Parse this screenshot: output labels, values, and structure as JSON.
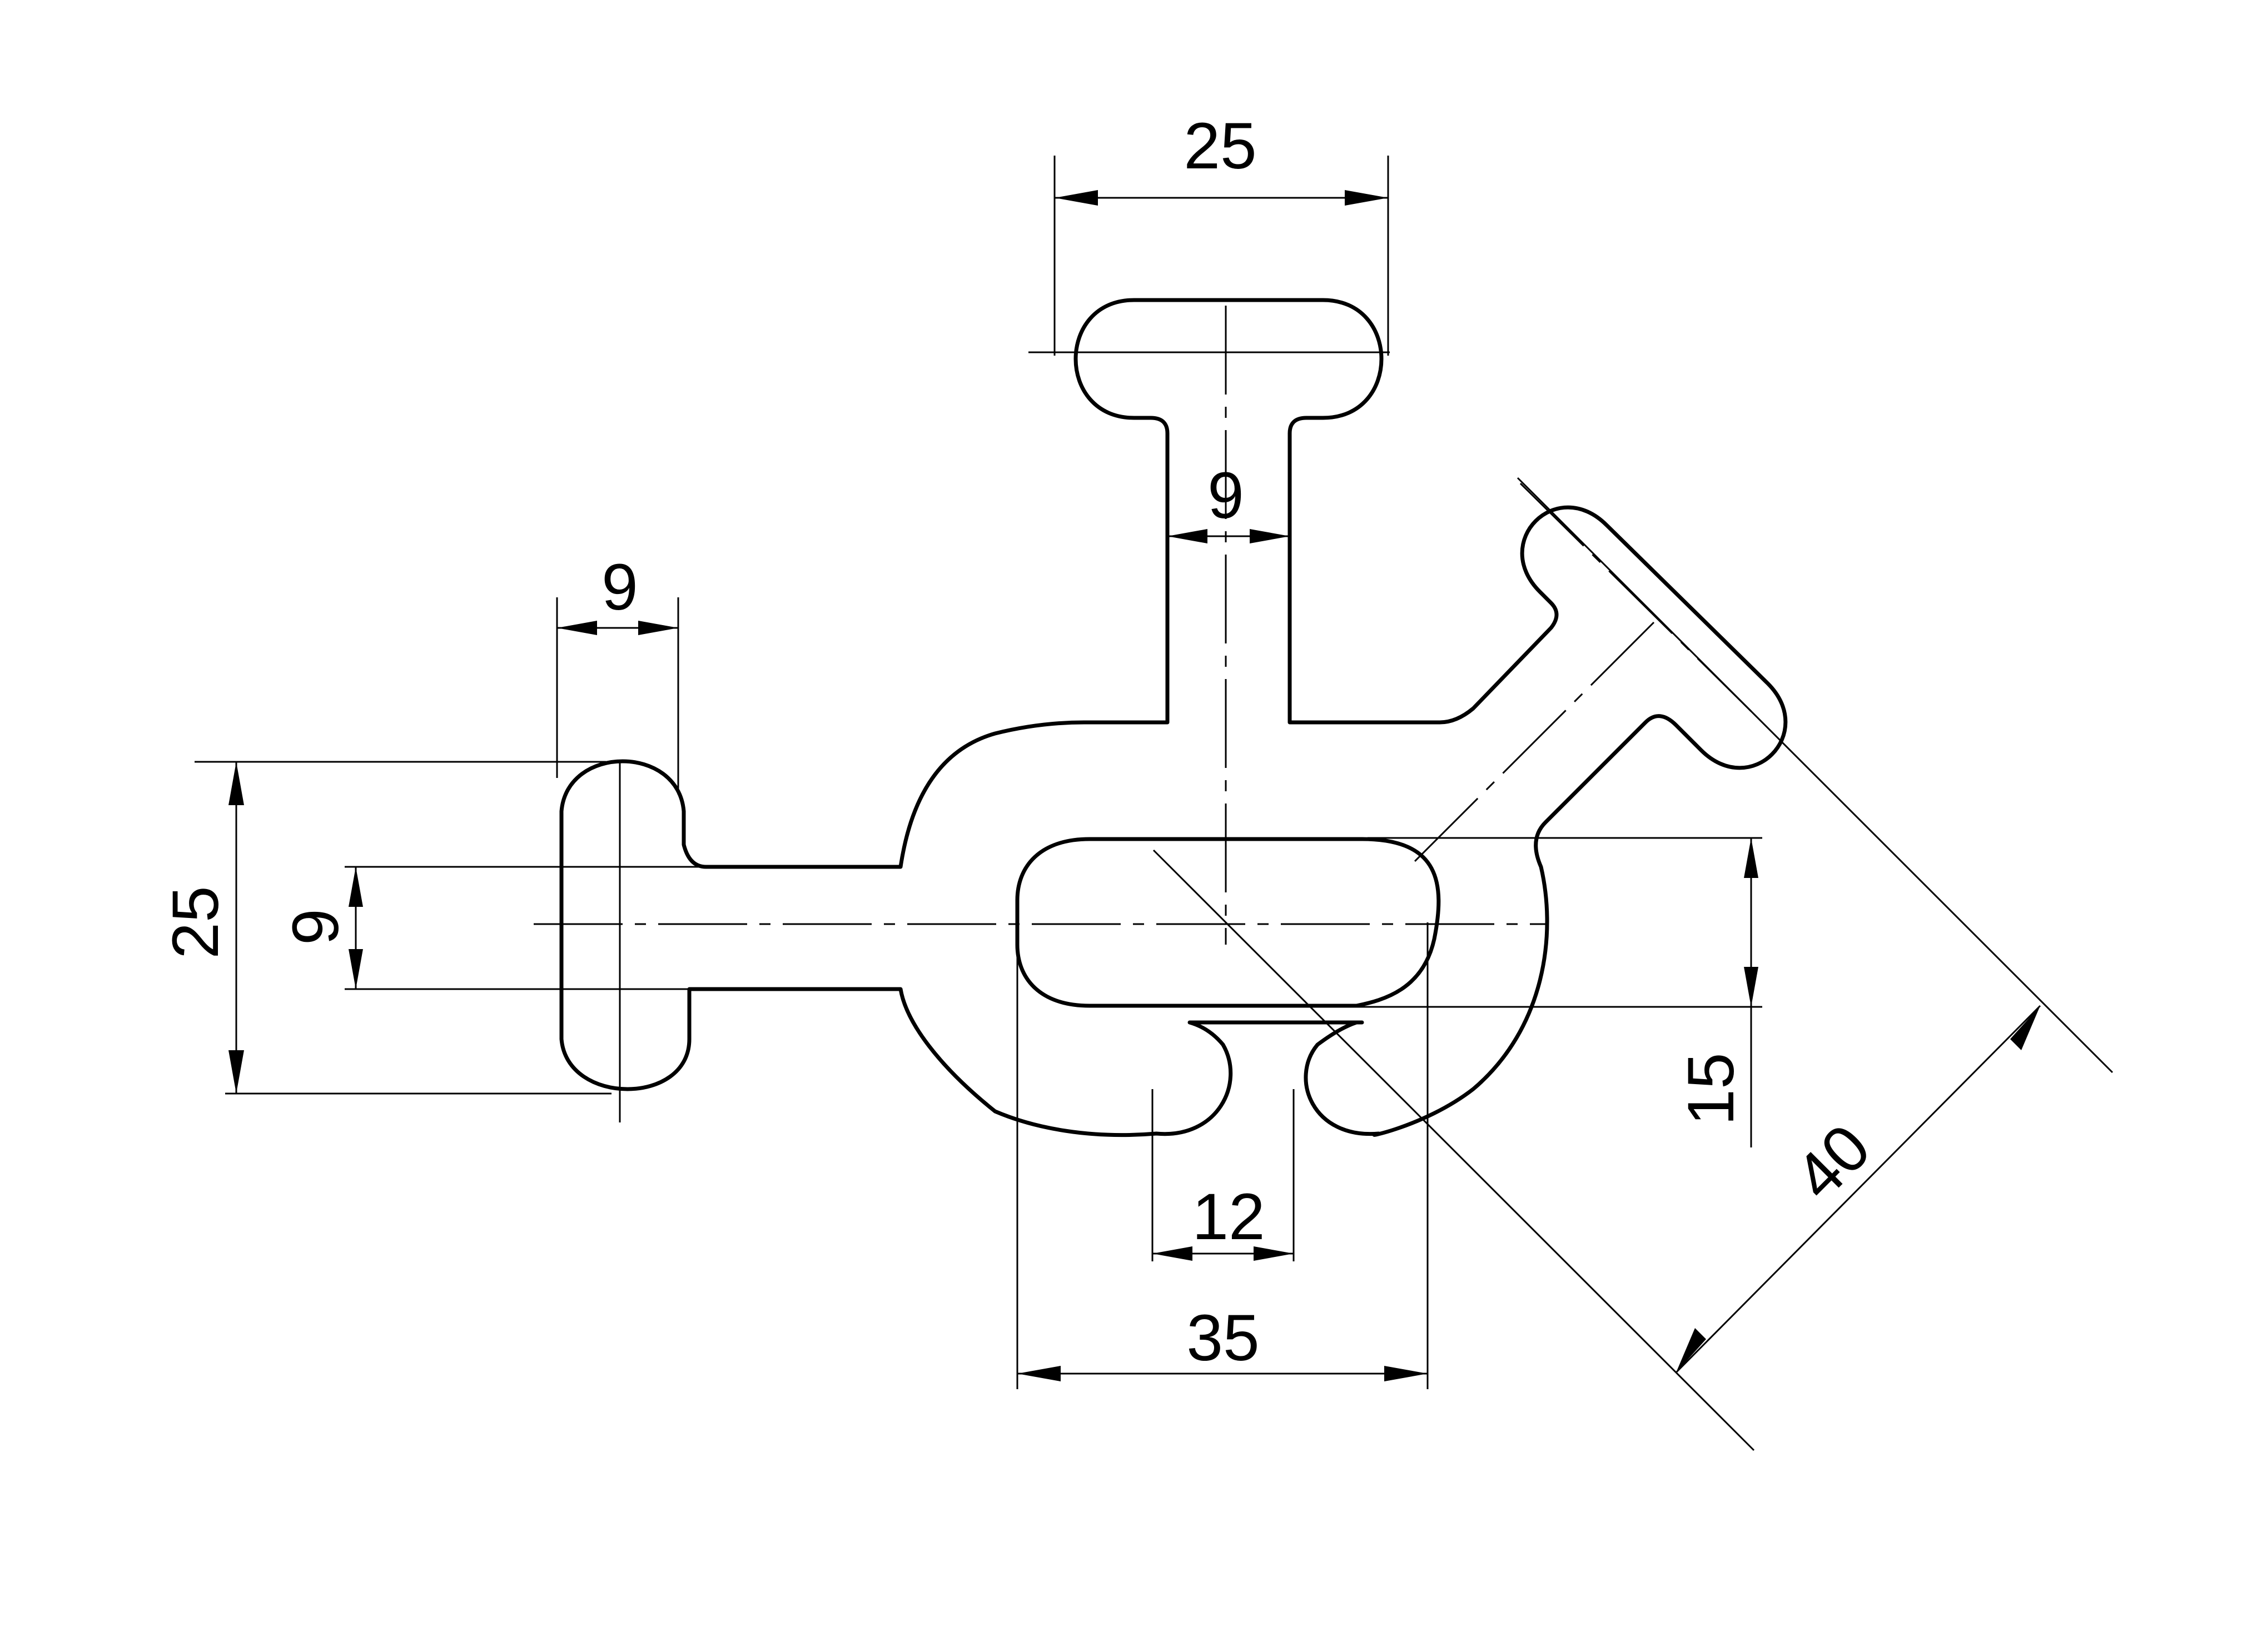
{
  "drawing": {
    "line_color": "#000000",
    "background": "#ffffff",
    "dimensions": {
      "top_head_width": "25",
      "top_stem_width": "9",
      "left_head_width": "9",
      "left_head_height": "25",
      "left_stem_height": "9",
      "slot_height": "15",
      "bottom_gap_width": "12",
      "slot_width": "35",
      "diagonal_length": "40"
    }
  }
}
